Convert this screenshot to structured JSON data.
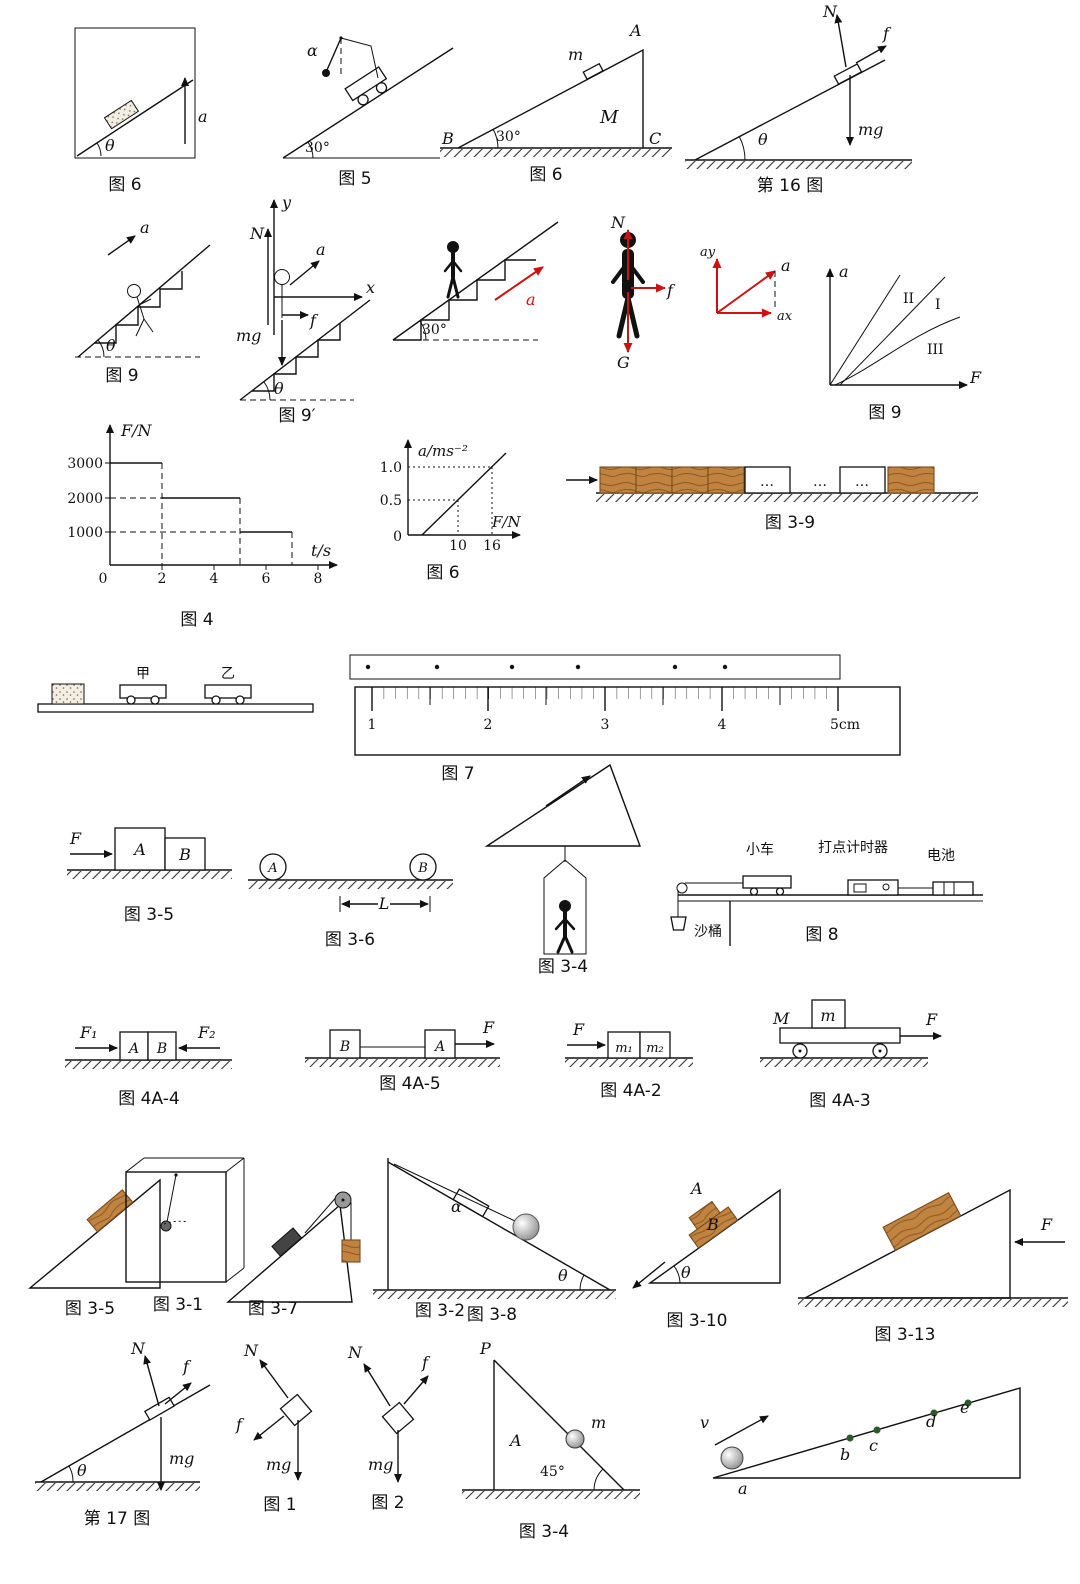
{
  "page": {
    "background": "#ffffff"
  },
  "colors": {
    "ink": "#111111",
    "red_accent": "#cc1111",
    "wood": "#c08440",
    "dot_green": "#2a5a2a"
  },
  "figures": {
    "f01": {
      "caption": "图 6",
      "theta": "θ",
      "accel": "a"
    },
    "f02": {
      "caption": "图 5",
      "alpha": "α",
      "angle": "30°"
    },
    "f03": {
      "caption": "图 6",
      "vertex_a": "A",
      "vertex_b": "B",
      "vertex_c": "C",
      "mass_big": "M",
      "mass_small": "m",
      "angle": "30°"
    },
    "f04": {
      "caption": "第 16 图",
      "normal": "N",
      "friction": "f",
      "weight": "mg",
      "theta": "θ"
    },
    "f05": {
      "caption": "图 9",
      "accel": "a",
      "theta": "θ"
    },
    "f06": {
      "caption": "图 9′",
      "axis_x": "x",
      "axis_y": "y",
      "normal": "N",
      "friction": "f",
      "weight": "mg",
      "accel": "a",
      "theta": "θ"
    },
    "f07": {
      "angle": "30°",
      "accel": "a"
    },
    "f08": {
      "normal": "N",
      "gravity": "G",
      "friction": "f"
    },
    "f09": {
      "ay": "ay",
      "a": "a",
      "ax": "ax"
    },
    "f10": {
      "caption": "图 9",
      "ylabel": "a",
      "xlabel": "F",
      "curve1": "II",
      "curve2": "I",
      "curve3": "III"
    },
    "f11": {
      "caption": "图 4",
      "ylabel": "F/N",
      "xlabel": "t/s",
      "yticks": [
        "3000",
        "2000",
        "1000"
      ],
      "xticks": [
        "0",
        "2",
        "4",
        "6",
        "8"
      ]
    },
    "f12": {
      "caption": "图 6",
      "ylabel": "a/ms⁻²",
      "xlabel": "F/N",
      "yticks": [
        "1.0",
        "0.5",
        "0"
      ],
      "xticks": [
        "10",
        "16"
      ]
    },
    "f13": {
      "caption": "图 3-9",
      "dots": "…"
    },
    "f14": {
      "cart1": "甲",
      "cart2": "乙"
    },
    "f15": {
      "caption": "图 7",
      "ticks": [
        "1",
        "2",
        "3",
        "4",
        "5cm"
      ]
    },
    "f16": {
      "caption": "图 3-5",
      "force": "F",
      "block_a": "A",
      "block_b": "B"
    },
    "f17": {
      "caption": "图 3-6",
      "ball_a": "A",
      "ball_b": "B",
      "length": "L"
    },
    "f18": {
      "caption": "图 3-4"
    },
    "f19": {
      "caption": "图 8",
      "cart": "小车",
      "timer": "打点计时器",
      "battery": "电池",
      "bucket": "沙桶"
    },
    "f20": {
      "caption": "图 4A-4",
      "f1": "F₁",
      "f2": "F₂",
      "block_a": "A",
      "block_b": "B"
    },
    "f21": {
      "caption": "图 4A-5",
      "block_a": "A",
      "block_b": "B",
      "force": "F"
    },
    "f22": {
      "caption": "图 4A-2",
      "force": "F",
      "m1": "m₁",
      "m2": "m₂"
    },
    "f23": {
      "caption": "图 4A-3",
      "cart": "M",
      "block": "m",
      "force": "F"
    },
    "f24": {
      "caption": "图 3-5"
    },
    "f25": {
      "caption": "图 3-1"
    },
    "f26": {
      "caption": "图 3-7"
    },
    "f27": {
      "caption_a": "图 3-2",
      "caption_b": "图 3-8",
      "alpha": "α",
      "theta": "θ"
    },
    "f28": {
      "caption": "图 3-10",
      "block_a": "A",
      "block_b": "B",
      "theta": "θ"
    },
    "f29": {
      "caption": "图 3-13",
      "force": "F"
    },
    "f30": {
      "caption": "第 17 图",
      "normal": "N",
      "friction": "f",
      "weight": "mg",
      "theta": "θ"
    },
    "f31": {
      "caption": "图 1",
      "normal": "N",
      "friction": "f",
      "weight": "mg"
    },
    "f32": {
      "caption": "图 2",
      "normal": "N",
      "friction": "f",
      "weight": "mg"
    },
    "f33": {
      "caption": "图 3-4",
      "pole": "P",
      "region": "A",
      "mass": "m",
      "angle": "45°"
    },
    "f34": {
      "velocity": "v",
      "p_a": "a",
      "p_b": "b",
      "p_c": "c",
      "p_d": "d",
      "p_e": "e"
    }
  },
  "chart_data": [
    {
      "type": "line",
      "caption": "图 9",
      "xlabel": "F",
      "ylabel": "a",
      "qualitative": true,
      "series": [
        {
          "name": "II",
          "shape": "straight"
        },
        {
          "name": "I",
          "shape": "straight"
        },
        {
          "name": "III",
          "shape": "curve-saturating"
        }
      ]
    },
    {
      "type": "line",
      "caption": "图 4",
      "xlabel": "t/s",
      "ylabel": "F/N",
      "x": [
        0,
        2,
        2,
        5,
        5,
        7
      ],
      "y": [
        3000,
        3000,
        2000,
        2000,
        1000,
        1000
      ],
      "xlim": [
        0,
        8
      ],
      "yticks": [
        1000,
        2000,
        3000
      ]
    },
    {
      "type": "line",
      "caption": "图 6",
      "xlabel": "F/N",
      "ylabel": "a/ms⁻²",
      "points": [
        [
          10,
          0.5
        ],
        [
          16,
          1.0
        ]
      ]
    }
  ]
}
